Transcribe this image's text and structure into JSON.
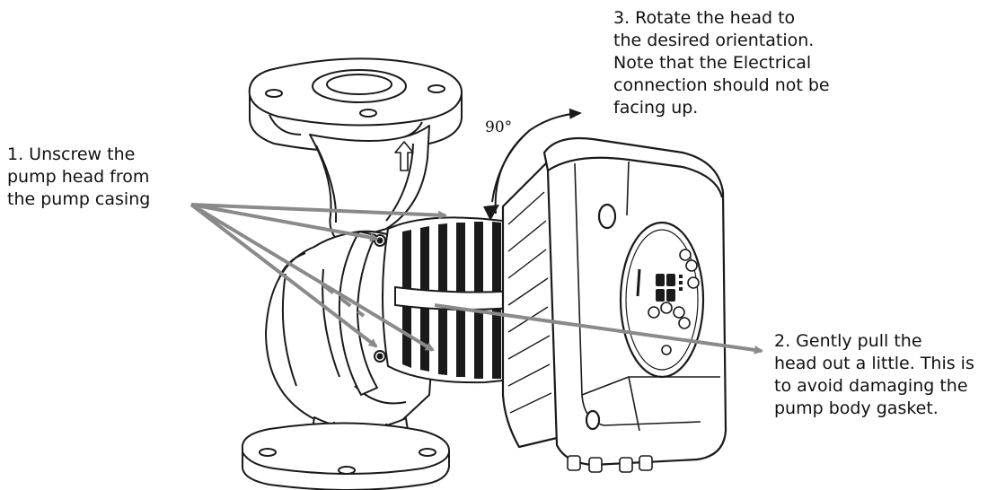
{
  "step1": {
    "lines": [
      "1. Unscrew the",
      "pump head from",
      "the pump casing"
    ]
  },
  "step2": {
    "lines": [
      "2. Gently pull the",
      "head out a little. This is",
      "to avoid damaging the",
      "pump body gasket."
    ]
  },
  "step3": {
    "lines": [
      "3. Rotate the head to",
      "the desired orientation.",
      "Note that the Electrical",
      "connection should not be",
      "facing up."
    ]
  },
  "rotation_angle": "90°",
  "colors": {
    "callout_arrow": "#8a8a8a",
    "line_art": "#1a1a1a",
    "background": "#ffffff"
  }
}
